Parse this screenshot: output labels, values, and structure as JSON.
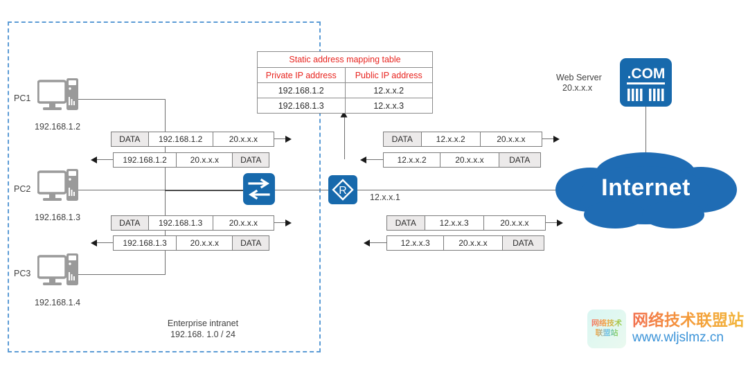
{
  "intranet": {
    "caption_line1": "Enterprise intranet",
    "caption_line2": "192.168. 1.0 / 24",
    "border_color": "#5b9bd5"
  },
  "hosts": [
    {
      "name": "PC1",
      "ip": "192.168.1.2",
      "icon": "desktop-computer-icon"
    },
    {
      "name": "PC2",
      "ip": "192.168.1.3",
      "icon": "desktop-computer-icon"
    },
    {
      "name": "PC3",
      "ip": "192.168.1.4",
      "icon": "desktop-computer-icon"
    }
  ],
  "devices": {
    "switch": {
      "icon": "switch-icon",
      "color": "#1769ac"
    },
    "router": {
      "icon": "router-icon",
      "letter": "R",
      "color": "#1769ac",
      "wan_ip": "12.x.x.1"
    },
    "web_server": {
      "label_line1": "Web Server",
      "label_line2": "20.x.x.x",
      "icon": "dot-com-server-icon",
      "badge_text": ".COM",
      "color": "#1769ac"
    },
    "cloud": {
      "label": "Internet",
      "icon": "cloud-icon",
      "color": "#1f6cb4"
    }
  },
  "mapping_table": {
    "title": "Static address mapping table",
    "headers": [
      "Private IP address",
      "Public IP address"
    ],
    "rows": [
      [
        "192.168.1.2",
        "12.x.x.2"
      ],
      [
        "192.168.1.3",
        "12.x.x.3"
      ]
    ],
    "title_color": "#e8241f"
  },
  "packets": {
    "inside_top_out": {
      "cells": [
        "DATA",
        "192.168.1.2",
        "20.x.x.x"
      ],
      "shaded": [
        0
      ],
      "direction": "right"
    },
    "inside_top_in": {
      "cells": [
        "192.168.1.2",
        "20.x.x.x",
        "DATA"
      ],
      "shaded": [
        2
      ],
      "direction": "left"
    },
    "inside_bot_out": {
      "cells": [
        "DATA",
        "192.168.1.3",
        "20.x.x.x"
      ],
      "shaded": [
        0
      ],
      "direction": "right"
    },
    "inside_bot_in": {
      "cells": [
        "192.168.1.3",
        "20.x.x.x",
        "DATA"
      ],
      "shaded": [
        2
      ],
      "direction": "left"
    },
    "outside_top_out": {
      "cells": [
        "DATA",
        "12.x.x.2",
        "20.x.x.x"
      ],
      "shaded": [
        0
      ],
      "direction": "right"
    },
    "outside_top_in": {
      "cells": [
        "12.x.x.2",
        "20.x.x.x",
        "DATA"
      ],
      "shaded": [
        2
      ],
      "direction": "left"
    },
    "outside_bot_out": {
      "cells": [
        "DATA",
        "12.x.x.3",
        "20.x.x.x"
      ],
      "shaded": [
        0
      ],
      "direction": "right"
    },
    "outside_bot_in": {
      "cells": [
        "12.x.x.3",
        "20.x.x.x",
        "DATA"
      ],
      "shaded": [
        2
      ],
      "direction": "left"
    }
  },
  "watermark": {
    "logo_line1": "网络技术",
    "logo_line2": "联盟站",
    "title": "网络技术联盟站",
    "url": "www.wljslmz.cn"
  }
}
